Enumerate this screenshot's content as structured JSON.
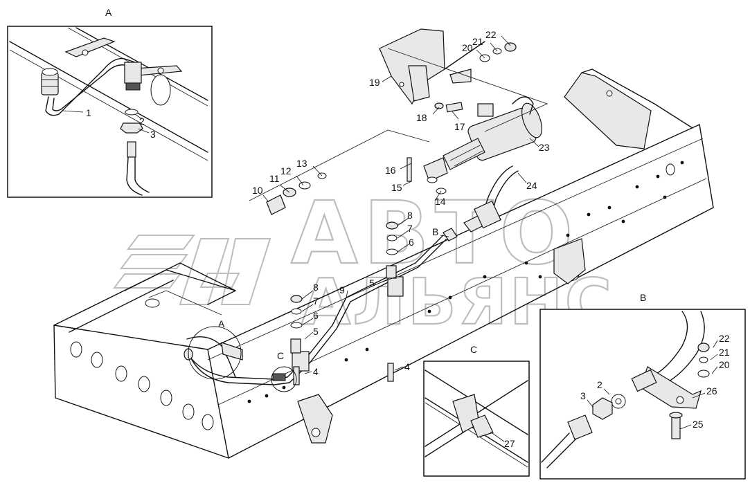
{
  "views": {
    "a": {
      "title": "A"
    },
    "b": {
      "title": "B"
    },
    "c": {
      "title": "C"
    }
  },
  "main_callouts": {
    "a": "A",
    "b": "B",
    "c": "C"
  },
  "watermark": {
    "line1": "АВТО",
    "line2": "АЛЬЯНС"
  },
  "labels": {
    "main": [
      "4",
      "4",
      "5",
      "5",
      "6",
      "6",
      "7",
      "7",
      "8",
      "8",
      "9",
      "10",
      "11",
      "12",
      "13",
      "14",
      "15",
      "16",
      "17",
      "18",
      "19",
      "20",
      "21",
      "22",
      "23",
      "24"
    ],
    "view_a": [
      "1",
      "2",
      "3"
    ],
    "view_b": [
      "2",
      "3",
      "20",
      "21",
      "22",
      "25",
      "26"
    ],
    "view_c": [
      "27"
    ]
  }
}
